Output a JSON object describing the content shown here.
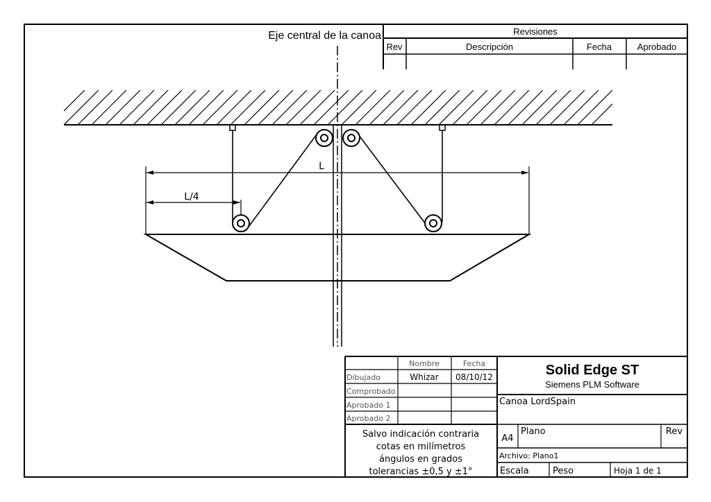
{
  "drawing": {
    "centerline_label": "Eje central de la canoa",
    "dimension_full": "L",
    "dimension_quarter": "L/4"
  },
  "revisions": {
    "title": "Revisiones",
    "col_rev": "Rev",
    "col_description": "Descripción",
    "col_date": "Fecha",
    "col_approved": "Aprobado"
  },
  "title_block": {
    "header_name": "Nombre",
    "header_date": "Fecha",
    "rows": [
      {
        "label": "Dibujado",
        "name": "Whizar",
        "date": "08/10/12"
      },
      {
        "label": "Comprobado",
        "name": "",
        "date": ""
      },
      {
        "label": "Aprobado 1",
        "name": "",
        "date": ""
      },
      {
        "label": "Aprobado 2",
        "name": "",
        "date": ""
      }
    ],
    "notes": [
      "Salvo indicación contraria",
      "cotas en milímetros",
      "ángulos en grados",
      "tolerancias ±0,5 y ±1°"
    ],
    "company": "Solid Edge ST",
    "company_sub": "Siemens PLM Software",
    "drawing_title": "Canoa LordSpain",
    "size": "A4",
    "plan_label": "Plano",
    "rev_label": "Rev",
    "file": "Archivo: Plano1",
    "scale_label": "Escala",
    "weight_label": "Peso",
    "sheet": "Hoja 1 de 1"
  }
}
